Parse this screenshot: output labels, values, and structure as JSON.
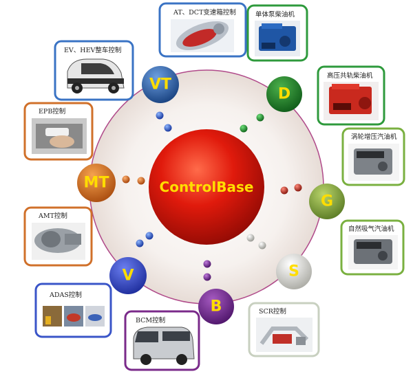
{
  "center": {
    "label": "ControlBase"
  },
  "nodes": [
    {
      "id": "vt",
      "label": "VT"
    },
    {
      "id": "d",
      "label": "D"
    },
    {
      "id": "g",
      "label": "G"
    },
    {
      "id": "s",
      "label": "S"
    },
    {
      "id": "b",
      "label": "B"
    },
    {
      "id": "v",
      "label": "V"
    },
    {
      "id": "mt",
      "label": "MT"
    }
  ],
  "cards": [
    {
      "id": "at-dct",
      "title": "AT、DCT变速箱控制",
      "border": "#3a73c4",
      "image": "transmission-photo"
    },
    {
      "id": "pump",
      "title": "单体泵柴油机",
      "border": "#2e9a3c",
      "image": "diesel-engine-photo"
    },
    {
      "id": "ev",
      "title": "EV、HEV整车控制",
      "border": "#3a73c4",
      "image": "electric-car-photo"
    },
    {
      "id": "common",
      "title": "高压共轨柴油机",
      "border": "#2e9a3c",
      "image": "red-engine-photo"
    },
    {
      "id": "epb",
      "title": "EPB控制",
      "border": "#d0702a",
      "image": "handbrake-photo"
    },
    {
      "id": "turbo",
      "title": "涡轮增压汽油机",
      "border": "#7ab040",
      "image": "turbo-engine-photo"
    },
    {
      "id": "amt",
      "title": "AMT控制",
      "border": "#d0702a",
      "image": "gearbox-photo"
    },
    {
      "id": "na",
      "title": "自然吸气汽油机",
      "border": "#7ab040",
      "image": "gasoline-engine-photo"
    },
    {
      "id": "adas",
      "title": "ADAS控制",
      "border": "#3a55c8",
      "image": "adas-photos"
    },
    {
      "id": "bcm",
      "title": "BCM控制",
      "border": "#7a2a8a",
      "image": "van-photo"
    },
    {
      "id": "scr",
      "title": "SCR控制",
      "border": "#c8d0c0",
      "image": "scr-photo"
    }
  ]
}
